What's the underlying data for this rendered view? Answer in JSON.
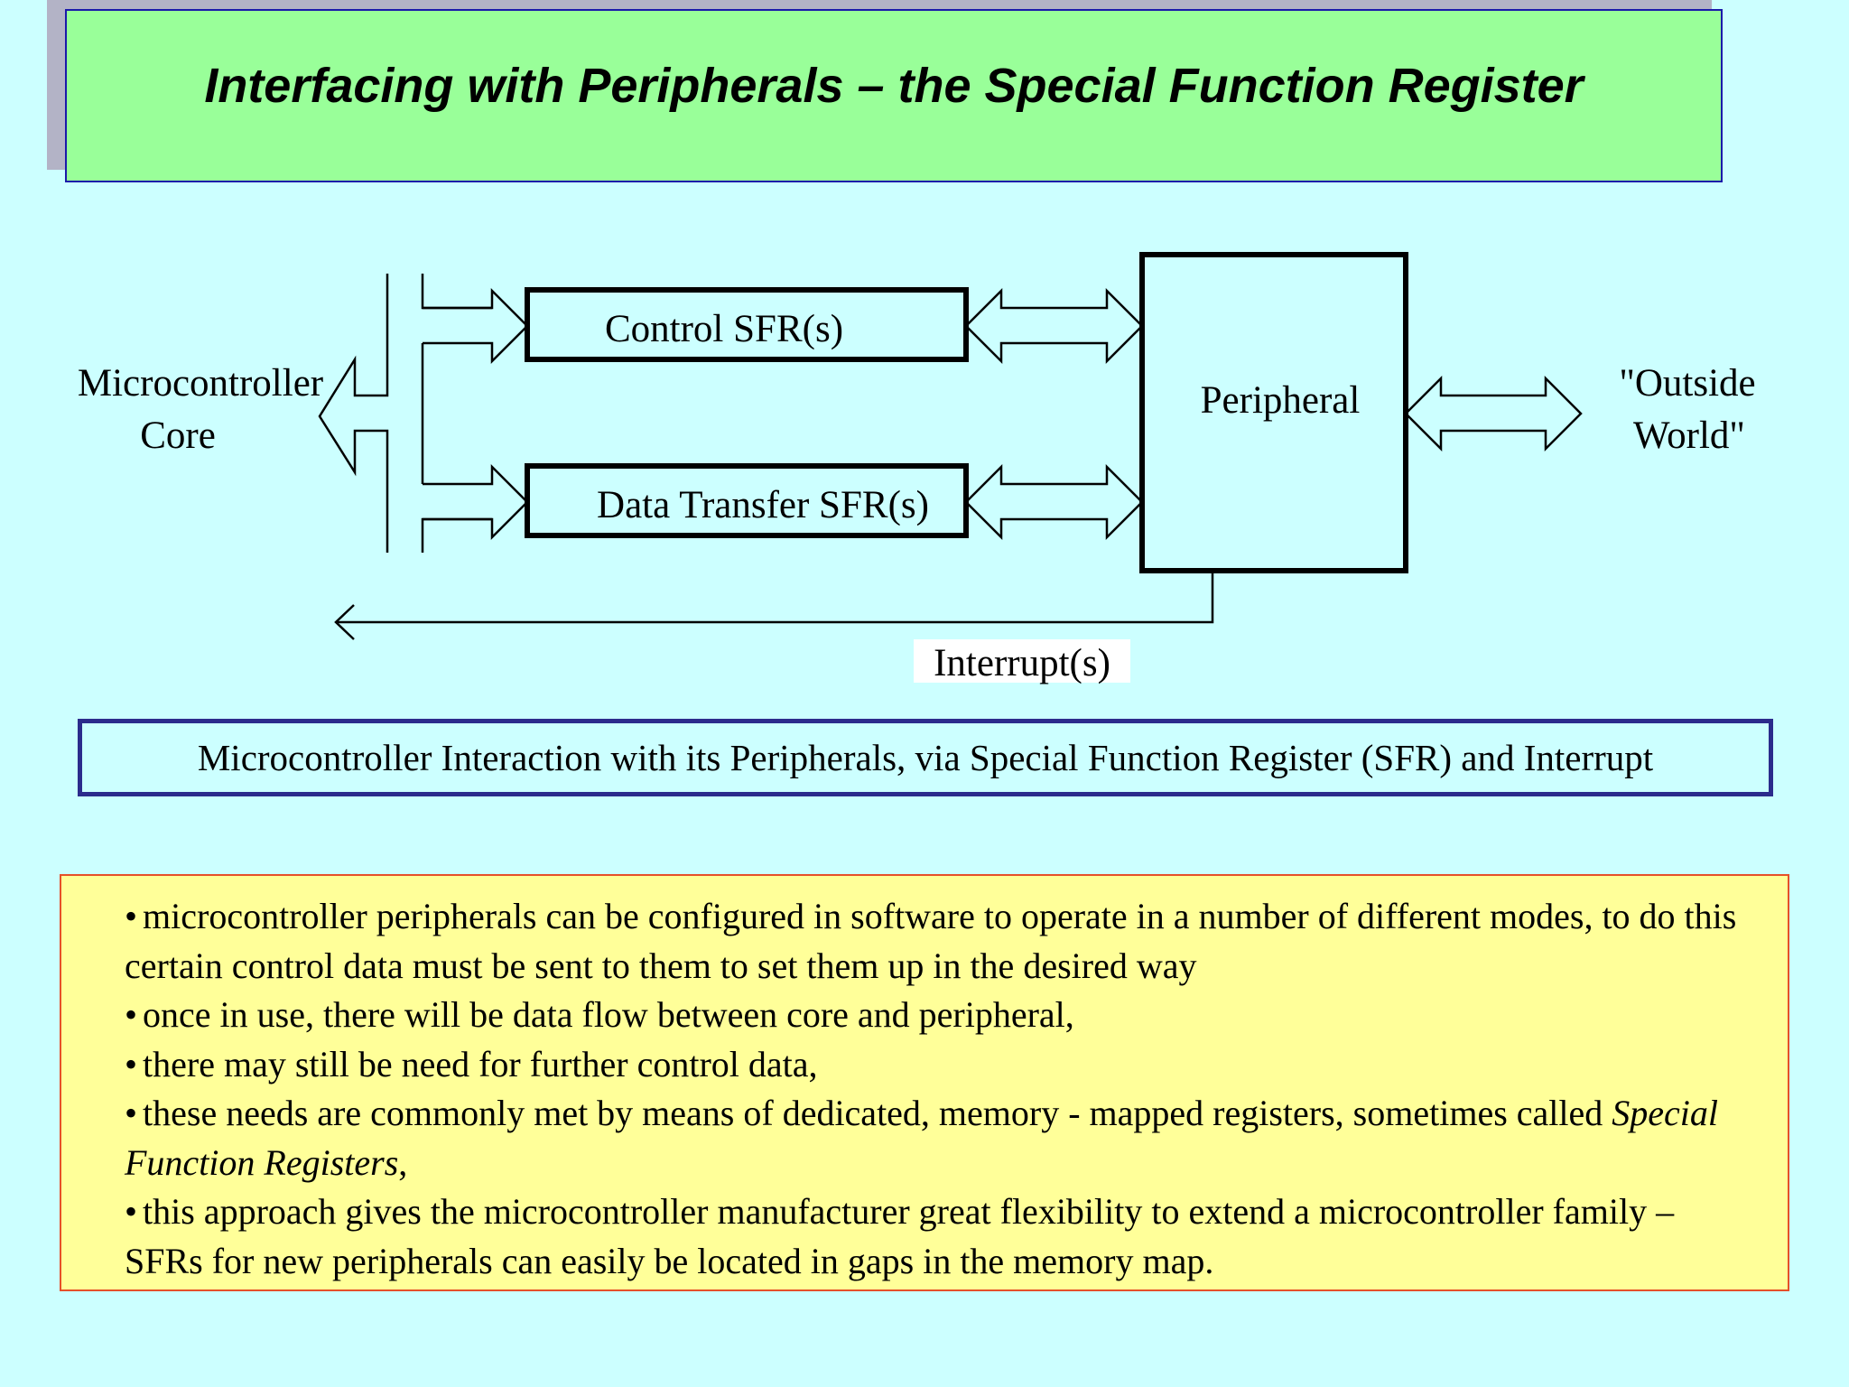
{
  "title": "Interfacing with Peripherals – the Special Function Register",
  "diagram": {
    "core_label_line1": "Microcontroller",
    "core_label_line2": "Core",
    "control_sfr": "Control SFR(s)",
    "data_sfr": "Data Transfer SFR(s)",
    "peripheral": "Peripheral",
    "outside_line1": "\"Outside",
    "outside_line2": "World\"",
    "interrupt": "Interrupt(s)"
  },
  "caption": "Microcontroller Interaction with its Peripherals, via Special Function Register (SFR) and Interrupt",
  "notes": {
    "bullet_glyph": "•",
    "items": [
      {
        "text": "microcontroller peripherals can be configured in software to operate in a number of different modes, to do this certain control data must be sent to them to set them up in the desired way"
      },
      {
        "text": "once in use, there will be data flow between core and peripheral,"
      },
      {
        "text": "there may still be need for further control data,"
      },
      {
        "text": "these needs are commonly met by means of dedicated, memory - mapped registers, sometimes called ",
        "emphasis": "Special Function Registers",
        "after": ","
      },
      {
        "text": "this approach gives the microcontroller manufacturer great flexibility to extend a microcontroller family – SFRs for new peripherals can easily be located in gaps in the memory map."
      }
    ]
  },
  "colors": {
    "background": "#ccffff",
    "title_fill": "#99ff99",
    "title_border": "#1a1aaa",
    "caption_border": "#2b2b8c",
    "notes_fill": "#ffff99",
    "notes_border": "#e5502a"
  }
}
